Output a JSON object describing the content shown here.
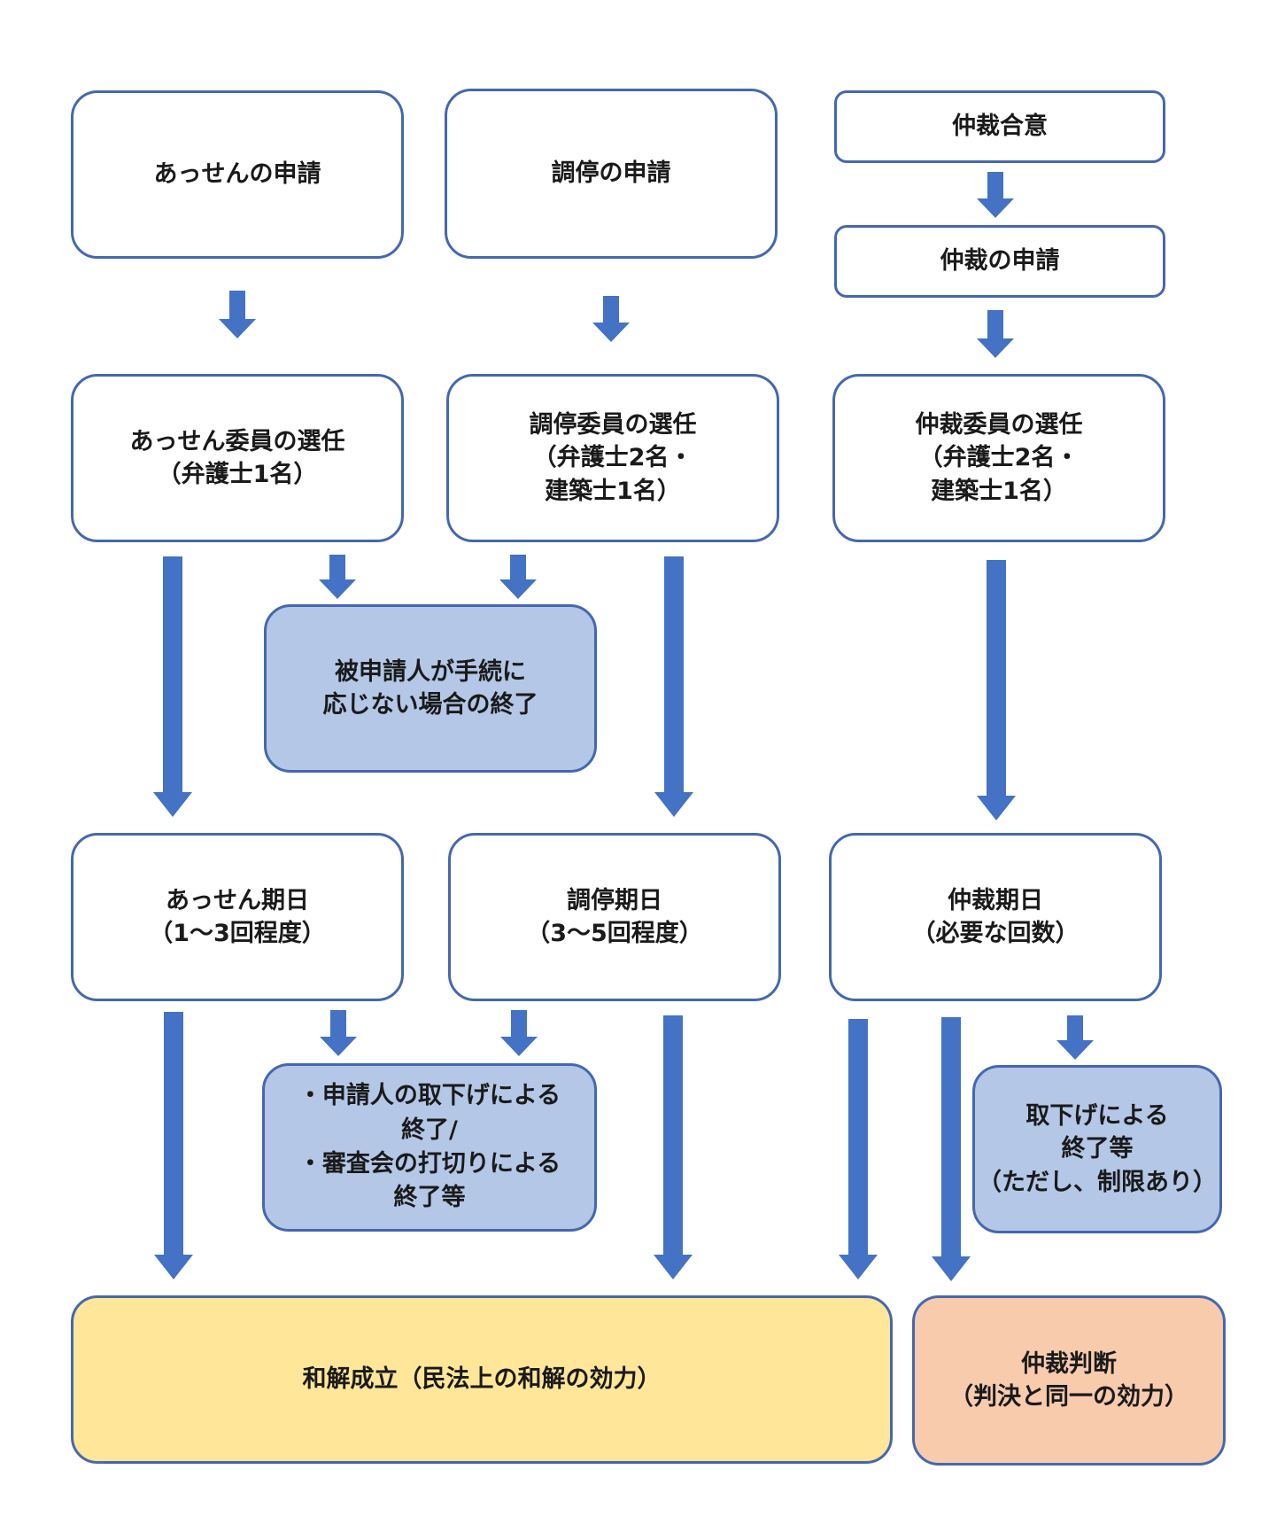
{
  "colors": {
    "border": "#4468b0",
    "arrow": "#4472c4",
    "blue_fill": "#b4c7e7",
    "yellow_fill": "#ffe699",
    "peach_fill": "#f8cbad"
  },
  "assen": {
    "apply": "あっせんの申請",
    "select": [
      "あっせん委員の選任",
      "（弁護士1名）"
    ],
    "hearing": [
      "あっせん期日",
      "（1～3回程度）"
    ]
  },
  "chotei": {
    "apply": "調停の申請",
    "select": [
      "調停委員の選任",
      "（弁護士2名・",
      "建築士1名）"
    ],
    "hearing": [
      "調停期日",
      "（3～5回程度）"
    ]
  },
  "chusai": {
    "agreement": "仲裁合意",
    "apply": "仲裁の申請",
    "select": [
      "仲裁委員の選任",
      "（弁護士2名・",
      "建築士1名）"
    ],
    "hearing": [
      "仲裁期日",
      "（必要な回数）"
    ]
  },
  "termination_no_response": [
    "被申請人が手続に",
    "応じない場合の終了"
  ],
  "termination_withdraw": [
    "・申請人の取下げによる",
    "終了/",
    "・審査会の打切りによる",
    "終了等"
  ],
  "termination_arbitration": [
    "取下げによる",
    "終了等",
    "（ただし、制限あり）"
  ],
  "settlement": "和解成立（民法上の和解の効力）",
  "arbitral_award": [
    "仲裁判断",
    "（判決と同一の効力）"
  ]
}
